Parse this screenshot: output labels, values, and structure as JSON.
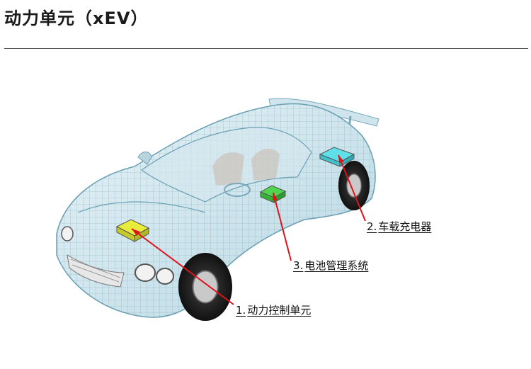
{
  "header": {
    "title": "动力单元（xEV）"
  },
  "diagram": {
    "callouts": [
      {
        "number": "1.",
        "label": "动力控制单元",
        "color": "#e8ec3c"
      },
      {
        "number": "2.",
        "label": "车载充电器",
        "color": "#5fe0e8"
      },
      {
        "number": "3.",
        "label": "电池管理系统",
        "color": "#4fd44f"
      }
    ],
    "leader_color": "#e0121a"
  }
}
